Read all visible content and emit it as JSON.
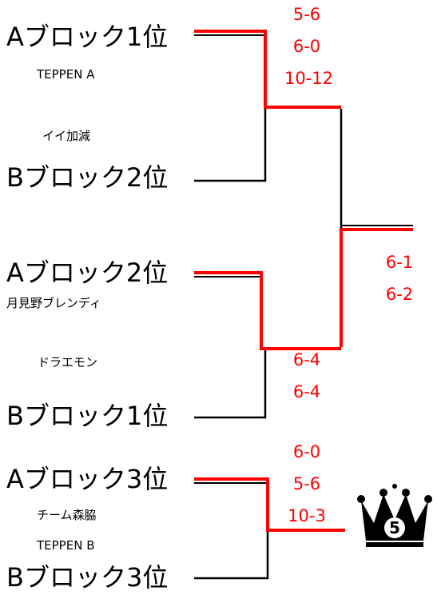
{
  "seeds": {
    "a1": "Aブロック1位",
    "b2": "Bブロック2位",
    "a2": "Aブロック2位",
    "b1": "Bブロック1位",
    "a3": "Aブロック3位",
    "b3": "Bブロック3位"
  },
  "teams": {
    "teppen_a": "TEPPEN A",
    "ii_kagen": "イイ加減",
    "tsukimino": "月見野ブレンディ",
    "doraemon": "ドラエモン",
    "team_moriwaki": "チーム森脇",
    "teppen_b": "TEPPEN B"
  },
  "scores": {
    "match1": [
      "5-6",
      "6-0",
      "10-12"
    ],
    "match2": [
      "6-4",
      "6-4"
    ],
    "final": [
      "6-1",
      "6-2"
    ],
    "match3": [
      "6-0",
      "5-6",
      "10-3"
    ]
  },
  "crown": {
    "number": "5"
  },
  "colors": {
    "winner_line": "#ff0000",
    "loser_line": "#000000",
    "score_text": "#ff0000",
    "text": "#000000"
  }
}
